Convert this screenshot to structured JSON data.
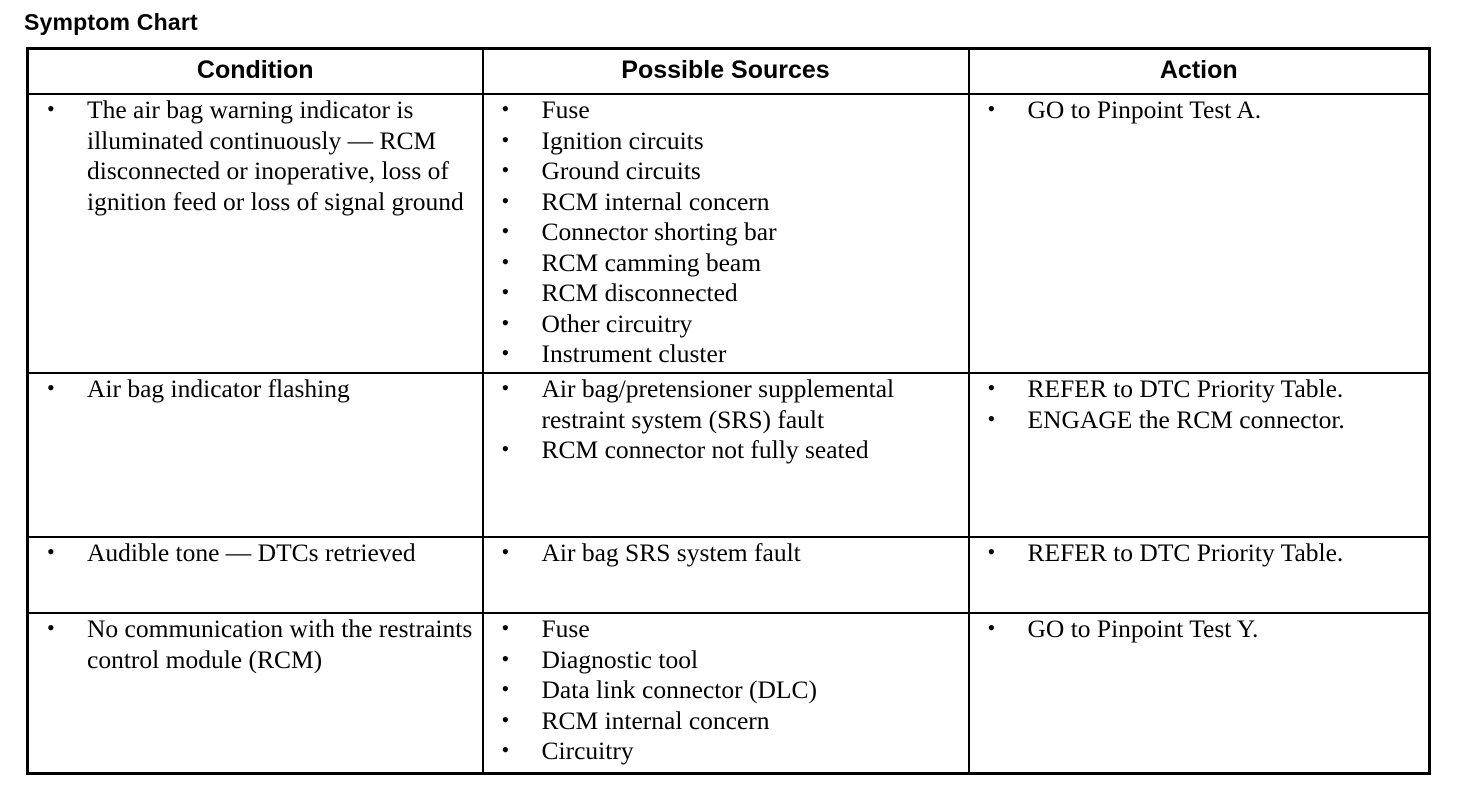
{
  "page": {
    "title": "Symptom Chart",
    "accent_color": "#000000",
    "background_color": "#ffffff"
  },
  "table": {
    "columns": [
      {
        "key": "condition",
        "label": "Condition"
      },
      {
        "key": "sources",
        "label": "Possible Sources"
      },
      {
        "key": "action",
        "label": "Action"
      }
    ],
    "rows": [
      {
        "condition": [
          "The air bag warning indicator is illuminated continuously — RCM disconnected or inoperative, loss of ignition feed or loss of signal ground"
        ],
        "sources": [
          "Fuse",
          "Ignition circuits",
          "Ground circuits",
          "RCM internal concern",
          "Connector shorting bar",
          "RCM camming beam",
          "RCM disconnected",
          "Other circuitry",
          "Instrument cluster"
        ],
        "action": [
          "GO to Pinpoint Test A."
        ]
      },
      {
        "condition": [
          "Air bag indicator flashing"
        ],
        "sources": [
          "Air bag/pretensioner supplemental restraint system (SRS) fault",
          "RCM connector not fully seated"
        ],
        "action": [
          "REFER to DTC Priority Table.",
          "ENGAGE the RCM connector."
        ]
      },
      {
        "condition": [
          "Audible tone — DTCs retrieved"
        ],
        "sources": [
          "Air bag SRS system fault"
        ],
        "action": [
          "REFER to DTC Priority Table."
        ]
      },
      {
        "condition": [
          "No communication with the restraints control module (RCM)"
        ],
        "sources": [
          "Fuse",
          "Diagnostic tool",
          "Data link connector (DLC)",
          "RCM internal concern",
          "Circuitry"
        ],
        "action": [
          "GO to Pinpoint Test Y."
        ]
      }
    ]
  }
}
